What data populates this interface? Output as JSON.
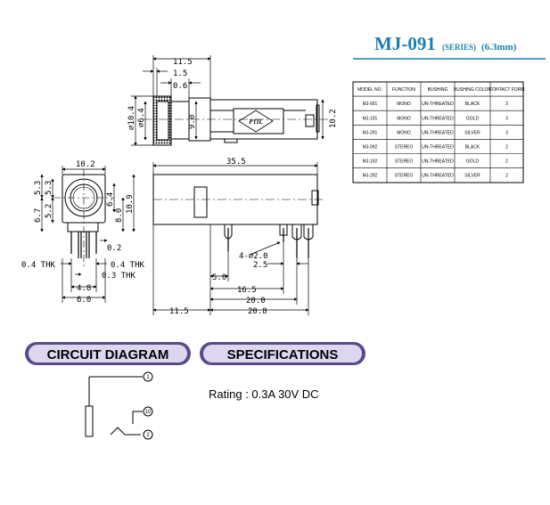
{
  "header": {
    "model": "MJ-091",
    "series": "(SERIES)",
    "size": "(6.3mm)"
  },
  "table": {
    "columns": [
      "MODEL NO.",
      "FUNCTION",
      "BUSHING",
      "BUSHING COLOR",
      "CONTACT FORM"
    ],
    "rows": [
      [
        "MJ-091",
        "MONO",
        "UN-THREATED",
        "BLACK",
        "3"
      ],
      [
        "MJ-191",
        "MONO",
        "UN-THREATED",
        "GOLD",
        "3"
      ],
      [
        "MJ-291",
        "MONO",
        "UN-THREATED",
        "SILVER",
        "3"
      ],
      [
        "MJ-092",
        "STEREO",
        "UN-THREATED",
        "BLACK",
        "2"
      ],
      [
        "MJ-192",
        "STEREO",
        "UN-THREATED",
        "GOLD",
        "2"
      ],
      [
        "MJ-292",
        "STEREO",
        "UN-THREATED",
        "SILVER",
        "2"
      ]
    ]
  },
  "dims": {
    "top_11_5": "11.5",
    "top_1_5": "1.5",
    "top_0_6": "0.6",
    "dia_10_4": "∅10.4",
    "dia_6_4": "∅6.4",
    "d_9_0": "9.0",
    "d_10_2_right": "10.2",
    "front_10_2": "10.2",
    "front_5_3a": "5.3",
    "front_5_3b": "5.3",
    "front_6_7": "6.7",
    "front_5_2": "5.2",
    "front_6_4": "6.4",
    "front_8_0": "8.0",
    "front_10_9": "10.9",
    "front_0_2": "0.2",
    "thk_left": "0.4 THK",
    "thk_right": "0.4 THK",
    "thk_0_3": "0.3 THK",
    "front_4_8": "4.8",
    "front_6_0": "6.0",
    "side_35_5": "35.5",
    "side_4_d2": "4-∅2.0",
    "side_2_5": "2.5",
    "side_5_0": "5.0",
    "side_16_5": "16.5",
    "side_20_0": "20.0",
    "side_11_5": "11.5",
    "side_20_8": "20.8",
    "logo": "PTIL"
  },
  "sections": {
    "circuit": "CIRCUIT DIAGRAM",
    "specs": "SPECIFICATIONS"
  },
  "circuit_pins": {
    "p1": "1",
    "p10": "10",
    "p2": "2"
  },
  "rating": "Rating : 0.3A 30V DC",
  "colors": {
    "header_blue": "#1a7fb0",
    "pill_purple": "#5b4a8a",
    "pill_light": "#dcd6ee"
  }
}
